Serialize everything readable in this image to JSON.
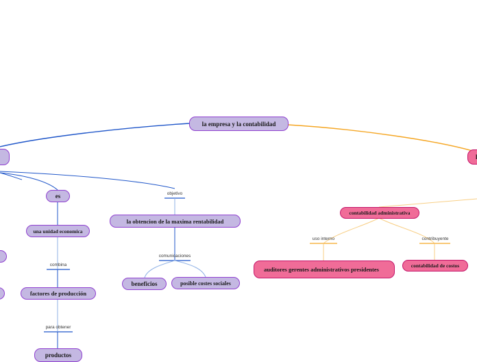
{
  "nodes": {
    "root": "la empresa y la contabilidad",
    "es": "es",
    "unidad": "una unidad economica",
    "factores": "factores de producción",
    "productos": "productos",
    "maxima": "la obtencion de la maxima rentabilidad",
    "beneficios": "beneficios",
    "costes": "posible costes sociales",
    "cont_admin": "contabilidad administrativa",
    "auditores": "auditores gerentes administrativos presidentes",
    "cont_costos": "contabilidad de costos",
    "right_partial": "l"
  },
  "labels": {
    "objetivo": "objetivo",
    "combina": "combina",
    "para_obtener": "para obtener",
    "comunicaciones": "comunicaciones",
    "uso_interno": "uso interno",
    "contribuyente": "contribuyente"
  },
  "colors": {
    "purple_fill": "#c4b8e2",
    "purple_border": "#8f3fd0",
    "pink_fill": "#f06c98",
    "pink_border": "#c4156a",
    "blue_line": "#1f56c9",
    "light_blue_line": "#8fb1e6",
    "orange_line": "#f5a623",
    "light_orange_line": "#f8cf86"
  }
}
